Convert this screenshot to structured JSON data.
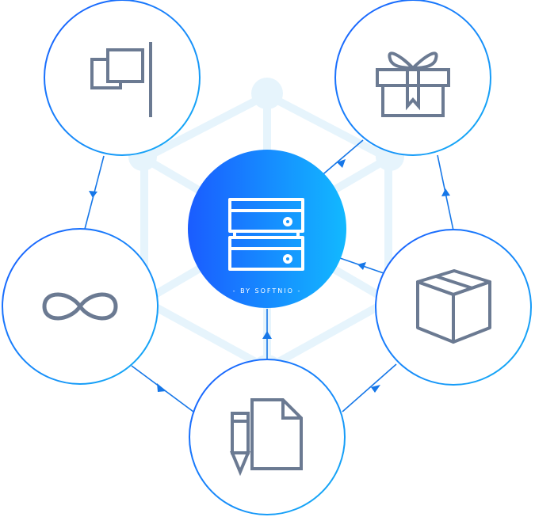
{
  "hub": {
    "icon": "server-stack-icon",
    "caption": "- BY SOFTNIO -",
    "gradient_start": "#1a5cff",
    "gradient_end": "#12b9ff"
  },
  "nodes": [
    {
      "id": "flag",
      "icon": "flag-icon"
    },
    {
      "id": "gift",
      "icon": "gift-icon"
    },
    {
      "id": "infinity",
      "icon": "infinity-icon"
    },
    {
      "id": "box",
      "icon": "package-box-icon"
    },
    {
      "id": "document",
      "icon": "document-pencil-icon"
    }
  ],
  "colors": {
    "ring_start": "#1a5cff",
    "ring_end": "#15b1f5",
    "connector": "#1677e8",
    "icon_stroke": "#6b7a92",
    "background_network": "#e6f4fc"
  }
}
